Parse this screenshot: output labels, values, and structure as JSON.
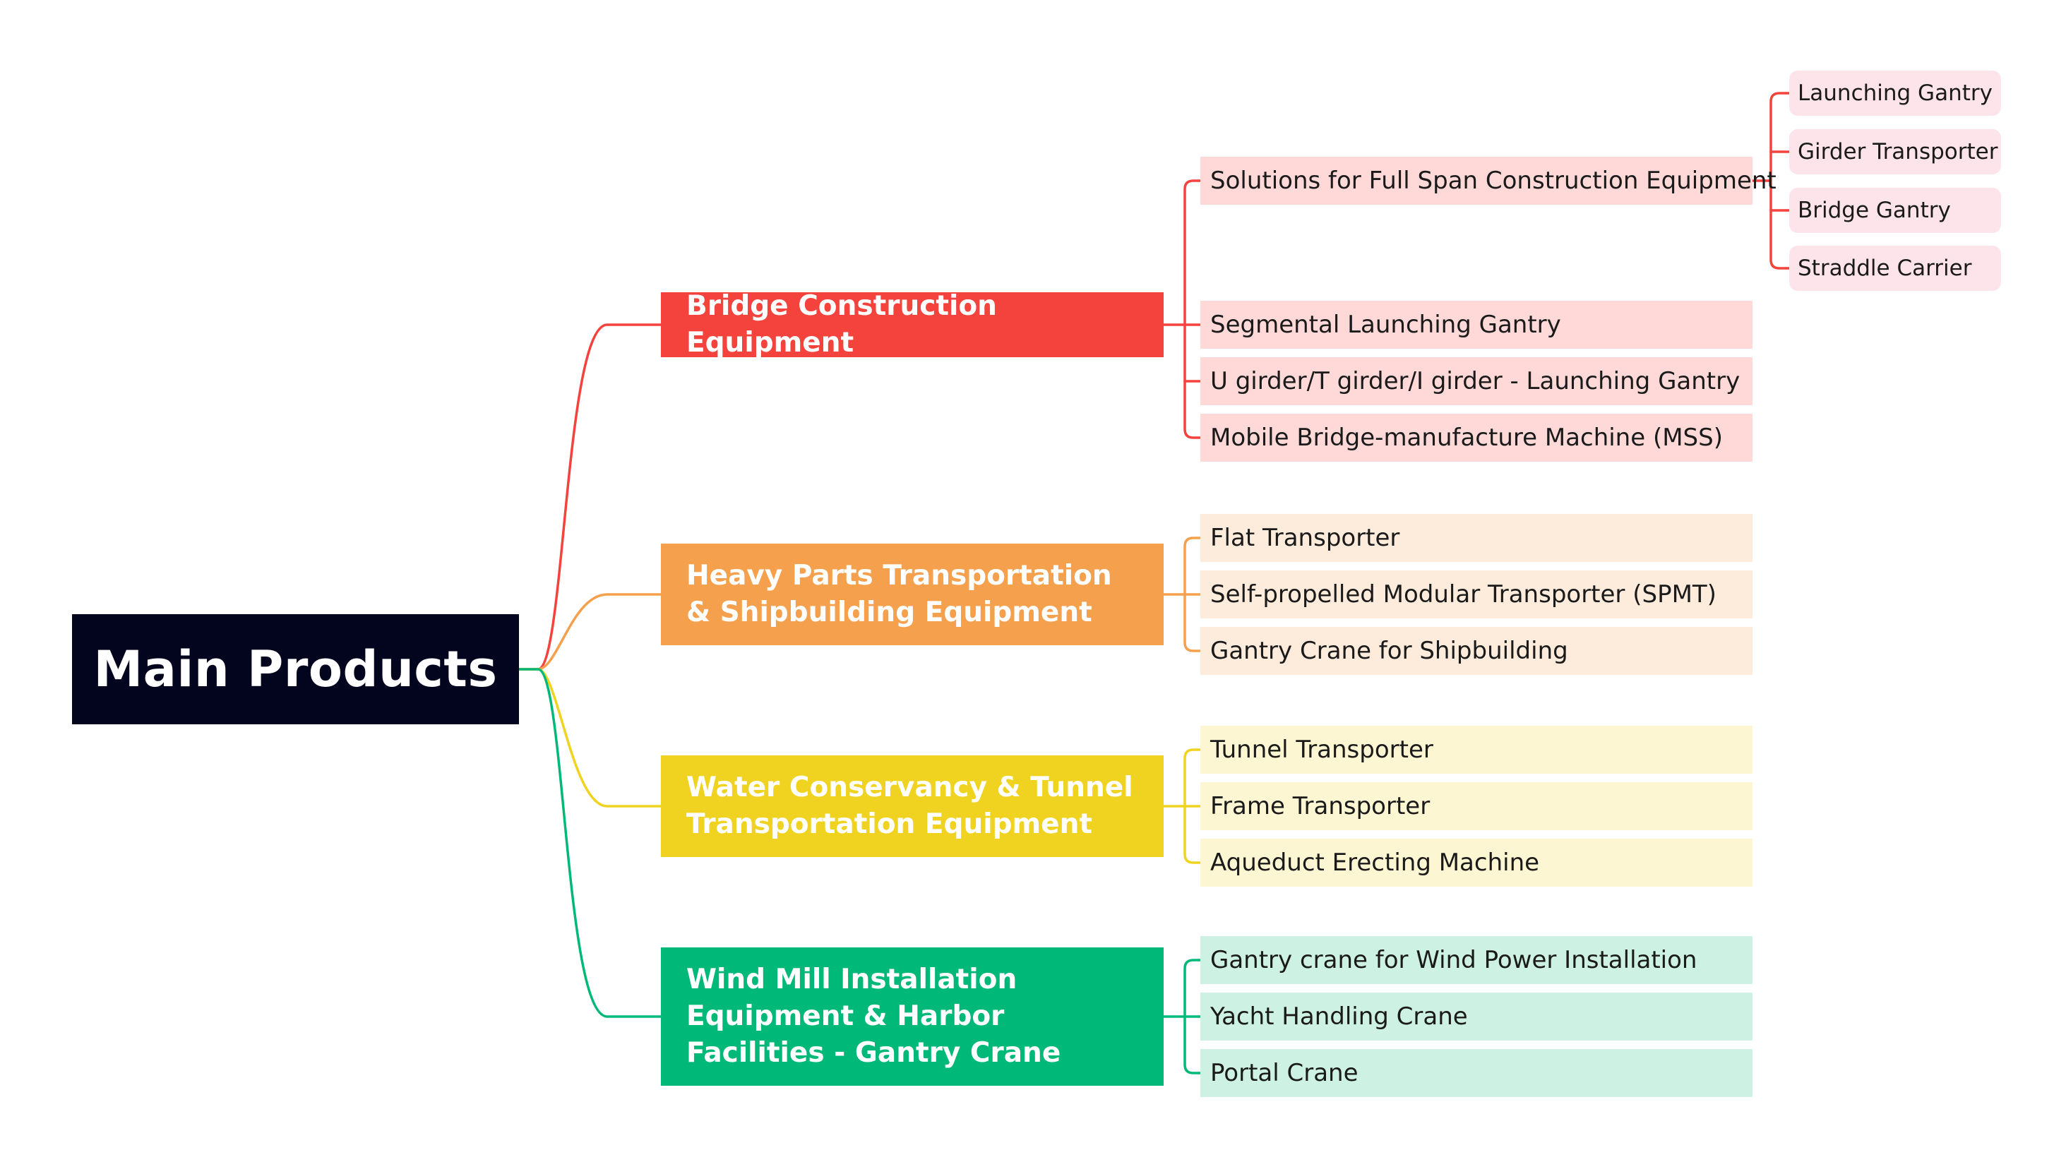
{
  "colors": {
    "root_bg": "#03051f",
    "bridge": "#f4423d",
    "heavy": "#f5a04d",
    "water": "#f0d321",
    "wind": "#00b978",
    "bridge_leaf": "#fed9d8",
    "heavy_leaf": "#fdebdb",
    "water_leaf": "#fdf6d3",
    "wind_leaf": "#cdf1e3",
    "sub_leaf": "#fde4ea"
  },
  "root": {
    "label": "Main Products"
  },
  "categories": [
    {
      "label": "Bridge Construction Equipment",
      "items": [
        {
          "label": "Solutions for Full Span Construction Equipment",
          "children": [
            "Launching Gantry",
            "Girder Transporter",
            "Bridge Gantry",
            "Straddle Carrier"
          ]
        },
        {
          "label": "Segmental Launching Gantry"
        },
        {
          "label": "U girder/T girder/I girder - Launching Gantry"
        },
        {
          "label": "Mobile Bridge-manufacture Machine (MSS)"
        }
      ]
    },
    {
      "label": "Heavy Parts Transportation & Shipbuilding Equipment",
      "items": [
        {
          "label": "Flat Transporter"
        },
        {
          "label": "Self-propelled Modular Transporter (SPMT)"
        },
        {
          "label": "Gantry Crane for Shipbuilding"
        }
      ]
    },
    {
      "label": "Water Conservancy & Tunnel Transportation Equipment",
      "items": [
        {
          "label": "Tunnel Transporter"
        },
        {
          "label": "Frame Transporter"
        },
        {
          "label": "Aqueduct Erecting Machine"
        }
      ]
    },
    {
      "label": "Wind Mill Installation Equipment & Harbor Facilities - Gantry Crane",
      "items": [
        {
          "label": "Gantry crane for Wind Power Installation"
        },
        {
          "label": "Yacht Handling Crane"
        },
        {
          "label": "Portal Crane"
        }
      ]
    }
  ]
}
